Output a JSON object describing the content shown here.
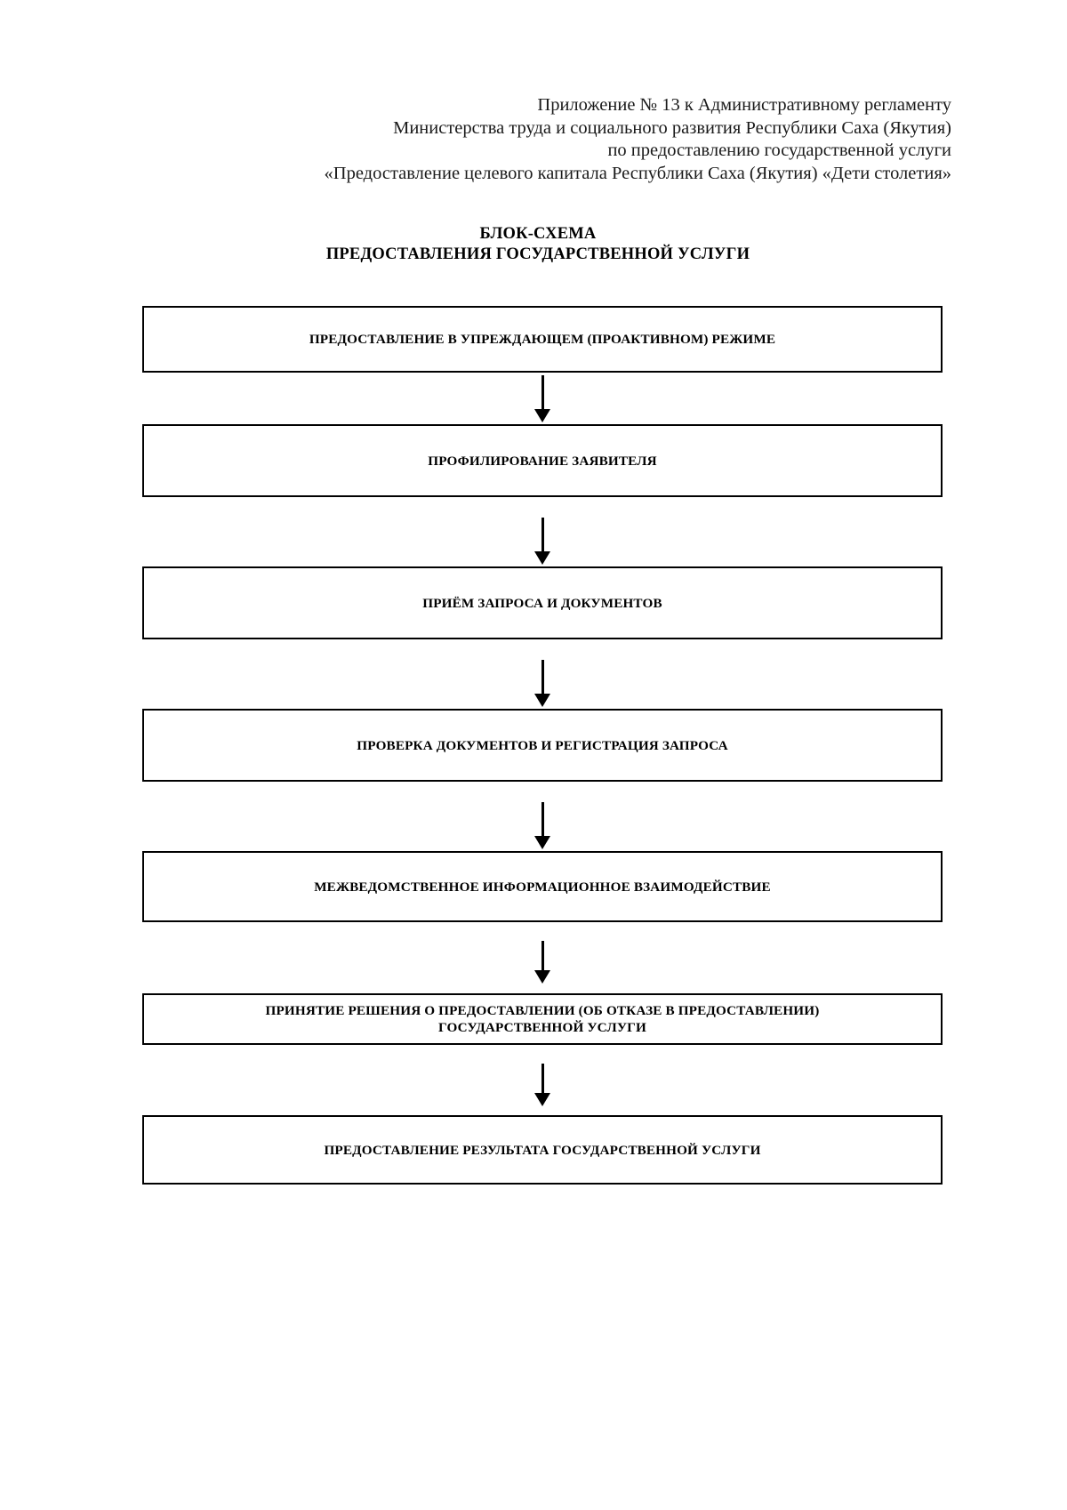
{
  "document": {
    "header_lines": [
      "Приложение № 13 к Административному регламенту",
      "Министерства труда и социального развития Республики Саха (Якутия)",
      "по предоставлению государственной услуги",
      "«Предоставление целевого капитала Республики Саха (Якутия) «Дети столетия»"
    ],
    "title_line1": "БЛОК-СХЕМА",
    "title_line2": "ПРЕДОСТАВЛЕНИЯ ГОСУДАРСТВЕННОЙ УСЛУГИ"
  },
  "flowchart": {
    "type": "flow-diagram",
    "orientation": "top-to-bottom",
    "connector": "down-arrow",
    "border_color": "#000000",
    "fill_color": "#ffffff",
    "nodes": [
      {
        "id": "node-1",
        "label": "ПРЕДОСТАВЛЕНИЕ В УПРЕЖДАЮЩЕМ (ПРОАКТИВНОМ) РЕЖИМЕ"
      },
      {
        "id": "node-2",
        "label": "ПРОФИЛИРОВАНИЕ ЗАЯВИТЕЛЯ"
      },
      {
        "id": "node-3",
        "label": "ПРИЁМ ЗАПРОСА И ДОКУМЕНТОВ"
      },
      {
        "id": "node-4",
        "label": "ПРОВЕРКА ДОКУМЕНТОВ И РЕГИСТРАЦИЯ ЗАПРОСА"
      },
      {
        "id": "node-5",
        "label": "МЕЖВЕДОМСТВЕННОЕ ИНФОРМАЦИОННОЕ ВЗАИМОДЕЙСТВИЕ"
      },
      {
        "id": "node-6",
        "label": "ПРИНЯТИЕ РЕШЕНИЯ О ПРЕДОСТАВЛЕНИИ (ОБ ОТКАЗЕ В ПРЕДОСТАВЛЕНИИ)\nГОСУДАРСТВЕННОЙ УСЛУГИ"
      },
      {
        "id": "node-7",
        "label": "ПРЕДОСТАВЛЕНИЕ РЕЗУЛЬТАТА ГОСУДАРСТВЕННОЙ УСЛУГИ"
      }
    ],
    "edges": [
      {
        "from": "node-1",
        "to": "node-2"
      },
      {
        "from": "node-2",
        "to": "node-3"
      },
      {
        "from": "node-3",
        "to": "node-4"
      },
      {
        "from": "node-4",
        "to": "node-5"
      },
      {
        "from": "node-5",
        "to": "node-6"
      },
      {
        "from": "node-6",
        "to": "node-7"
      }
    ]
  }
}
